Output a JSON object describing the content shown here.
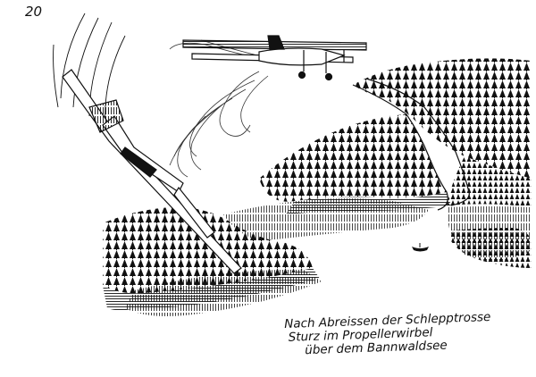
{
  "page": {
    "number": "20"
  },
  "caption": {
    "lines": [
      "Nach Abreissen der Schlepptrosse",
      "Sturz im Propellerwirbel",
      "über dem Bannwaldsee"
    ]
  },
  "illustration": {
    "style": "black-and-white pen-and-ink drawing",
    "ink_color": "#111111",
    "paper_color": "#ffffff"
  }
}
